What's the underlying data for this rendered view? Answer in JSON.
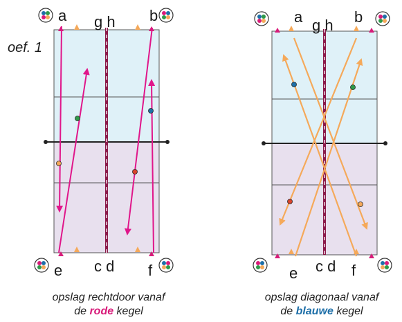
{
  "exercise_label": "oef. 1",
  "court_labels": {
    "a": "a",
    "b": "b",
    "e": "e",
    "f": "f",
    "gh": "g h",
    "cd": "c d"
  },
  "court2_labels": {
    "gh": "g h",
    "cd": "c d"
  },
  "left_caption": {
    "line1": "opslag rechtdoor vanaf",
    "prefix": "de ",
    "highlight": "rode",
    "suffix": " kegel"
  },
  "right_caption": {
    "line1": "opslag diagonaal vanaf",
    "prefix": "de ",
    "highlight": "blauwe",
    "suffix": " kegel"
  },
  "colors": {
    "court_top": "#dff1f8",
    "court_bottom": "#e8e0ee",
    "magenta": "#e0168a",
    "orange": "#f5a95a",
    "cone_red": "#d81b7a",
    "cone_orange": "#f5a95a",
    "dot_blue": "#1e6fa8",
    "dot_green": "#2e9a4a",
    "dot_red": "#d9442c",
    "dot_orange": "#f5a95a"
  }
}
